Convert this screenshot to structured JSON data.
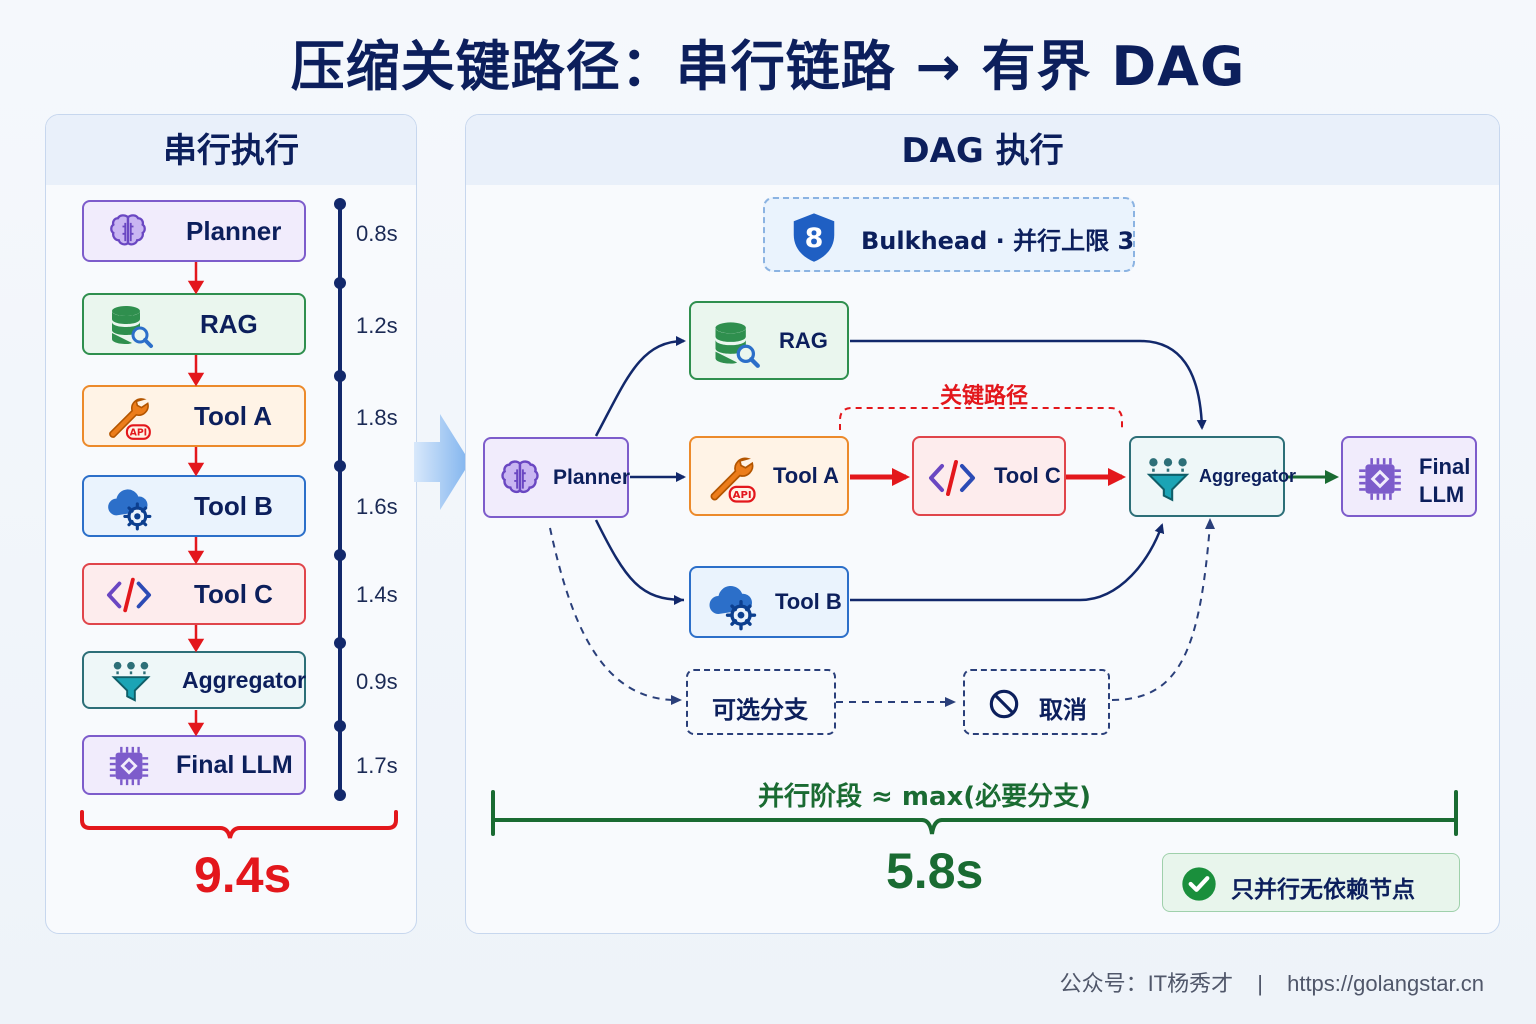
{
  "title": "压缩关键路径：串行链路 → 有界 DAG",
  "serial_panel": {
    "heading": "串行执行",
    "steps": [
      {
        "label": "Planner",
        "time": "0.8s",
        "icon": "brain-icon"
      },
      {
        "label": "RAG",
        "time": "1.2s",
        "icon": "database-search-icon"
      },
      {
        "label": "Tool A",
        "time": "1.8s",
        "icon": "wrench-api-icon"
      },
      {
        "label": "Tool B",
        "time": "1.6s",
        "icon": "cloud-gear-icon"
      },
      {
        "label": "Tool C",
        "time": "1.4s",
        "icon": "code-icon"
      },
      {
        "label": "Aggregator",
        "time": "0.9s",
        "icon": "funnel-icon"
      },
      {
        "label": "Final LLM",
        "time": "1.7s",
        "icon": "chip-icon"
      }
    ],
    "total": "9.4s"
  },
  "dag_panel": {
    "heading": "DAG 执行",
    "bulkhead": "Bulkhead · 并行上限 3",
    "bulkhead_icon": "shield-8-icon",
    "nodes": {
      "planner": "Planner",
      "rag": "RAG",
      "tool_a": "Tool A",
      "tool_b": "Tool B",
      "tool_c": "Tool C",
      "aggregator": "Aggregator",
      "final_line1": "Final",
      "final_line2": "LLM"
    },
    "critical_path_label": "关键路径",
    "optional_branch": "可选分支",
    "cancel": "取消",
    "cancel_icon": "ban-icon",
    "parallel_formula": "并行阶段 ≈ max(必要分支)",
    "total": "5.8s",
    "note": "只并行无依赖节点",
    "note_icon": "check-circle-icon"
  },
  "footer": {
    "account": "公众号：IT杨秀才",
    "separator": "|",
    "url": "https://golangstar.cn"
  },
  "colors": {
    "navy": "#0c1f5c",
    "critical_red": "#e3171c",
    "success_green": "#1a6b32",
    "purple": "#7d5ccb",
    "green": "#2f8f4e",
    "orange": "#ec8a2b",
    "blue": "#2c6fc9",
    "red": "#e0454b",
    "teal": "#2d6f78"
  }
}
